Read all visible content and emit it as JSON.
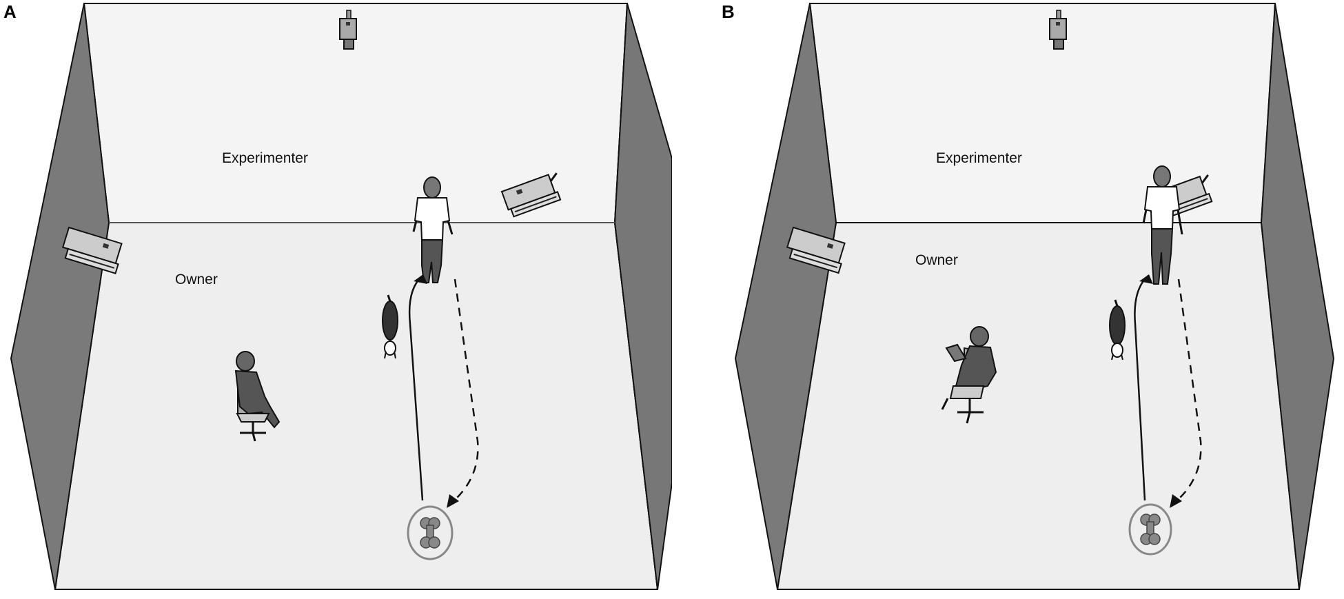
{
  "figure": {
    "panels": [
      {
        "letter": "A",
        "experimenter_label": "Experimenter",
        "owner_label": "Owner",
        "owner_activity": "sitting"
      },
      {
        "letter": "B",
        "experimenter_label": "Experimenter",
        "owner_label": "Owner",
        "owner_activity": "reading"
      }
    ]
  },
  "colors": {
    "wall": "#777777",
    "floor": "#efefef",
    "back_wall": "#f3f3f3",
    "outline": "#111111"
  }
}
